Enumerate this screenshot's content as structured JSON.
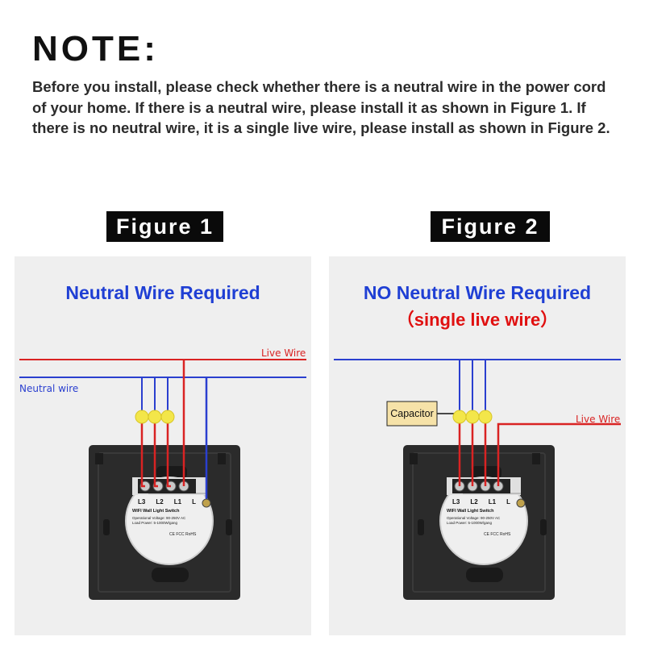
{
  "note": {
    "title": "NOTE:",
    "text": "Before you install, please check whether there is a neutral wire in the power cord of your home. If there is a neutral wire, please install it as shown in Figure 1. If there is no neutral wire, it is a single live wire, please install as shown in Figure 2."
  },
  "figure1": {
    "label": "Figure 1",
    "heading": "Neutral Wire Required",
    "live_wire_label": "Live Wire",
    "neutral_wire_label": "Neutral wire",
    "terminals": [
      "L3",
      "L2",
      "L1",
      "L"
    ]
  },
  "figure2": {
    "label": "Figure 2",
    "heading": "NO Neutral Wire Required",
    "subheading": "（single live wire）",
    "live_wire_label": "Live Wire",
    "capacitor_label": "Capacitor",
    "terminals": [
      "L3",
      "L2",
      "L1",
      "L"
    ]
  },
  "switch_back": {
    "product_name": "WIFI Wall Light Switch",
    "spec_lines": [
      "Operational Voltage: 90-250V AC",
      "Load Power: 5-1000W/gang"
    ],
    "cert_marks": "CE FCC RoHS"
  },
  "colors": {
    "heading_blue": "#1f3fd4",
    "heading_red": "#e01010",
    "live_wire": "#d92323",
    "neutral_wire": "#2a3fcf",
    "lamp": "#f3e64a",
    "capacitor_fill": "#f6e2a8",
    "switch_body": "#2b2b2b"
  }
}
